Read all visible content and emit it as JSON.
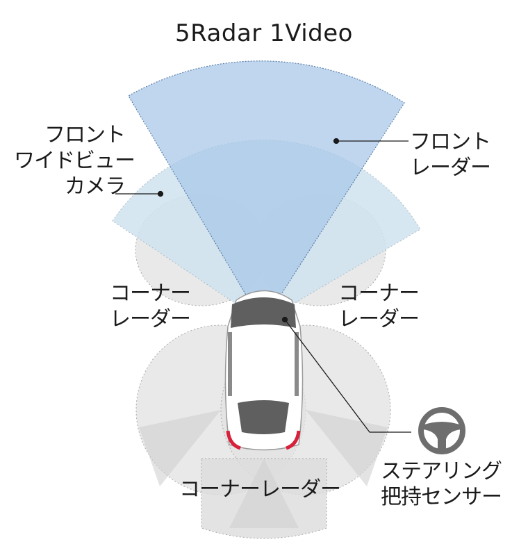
{
  "title": "5Radar 1Video",
  "labels": {
    "front_camera": [
      "フロント",
      "ワイドビュー",
      "カメラ"
    ],
    "front_radar": [
      "フロント",
      "レーダー"
    ],
    "corner_radar_left": [
      "コーナー",
      "レーダー"
    ],
    "corner_radar_right": [
      "コーナー",
      "レーダー"
    ],
    "corner_radar_rear": "コーナーレーダー",
    "steering_sensor": [
      "ステアリング",
      "把持センサー"
    ]
  },
  "icons": {
    "steering": "steering-wheel-icon",
    "car": "car-top-view-icon"
  },
  "colors": {
    "front_radar_fill": "#a9c8e8",
    "camera_fill": "#cfe3ef",
    "corner_radar_fill": "#e2e2e2",
    "steering_icon": "#6e6e6e",
    "tail_light": "#d8203a"
  }
}
